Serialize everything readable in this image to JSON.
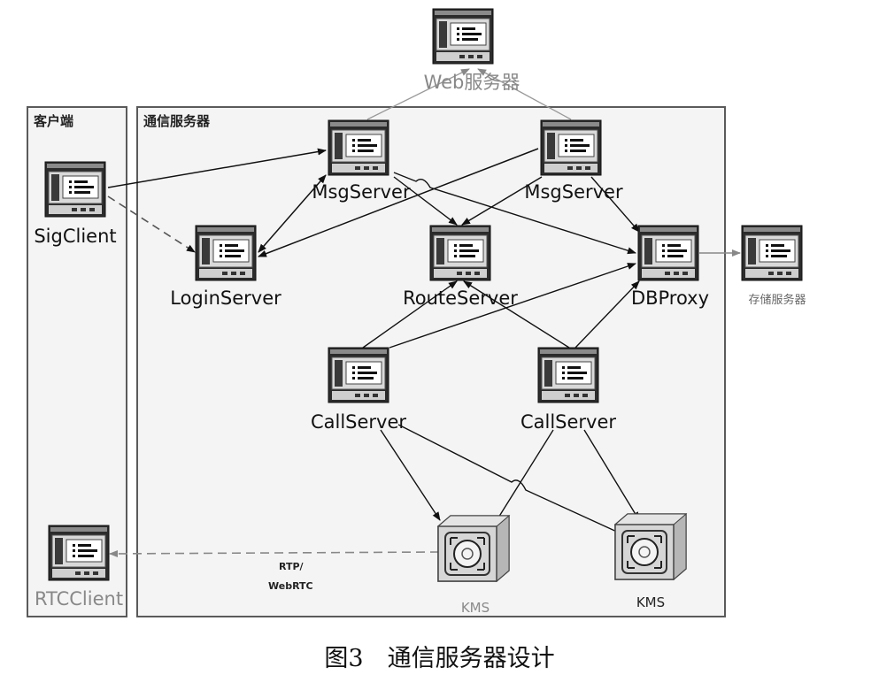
{
  "groups": {
    "client": "客户端",
    "comm": "通信服务器"
  },
  "nodes": {
    "web": "Web服务器",
    "msg1": "MsgServer",
    "msg2": "MsgServer",
    "sigclient": "SigClient",
    "login": "LoginServer",
    "route": "RouteServer",
    "dbproxy": "DBProxy",
    "storage": "存储服务器",
    "call1": "CallServer",
    "call2": "CallServer",
    "kms1": "KMS",
    "kms2": "KMS",
    "rtcclient": "RTCClient"
  },
  "edges": {
    "rtp_line1": "RTP/",
    "rtp_line2": "WebRTC"
  },
  "caption": "图3　通信服务器设计"
}
